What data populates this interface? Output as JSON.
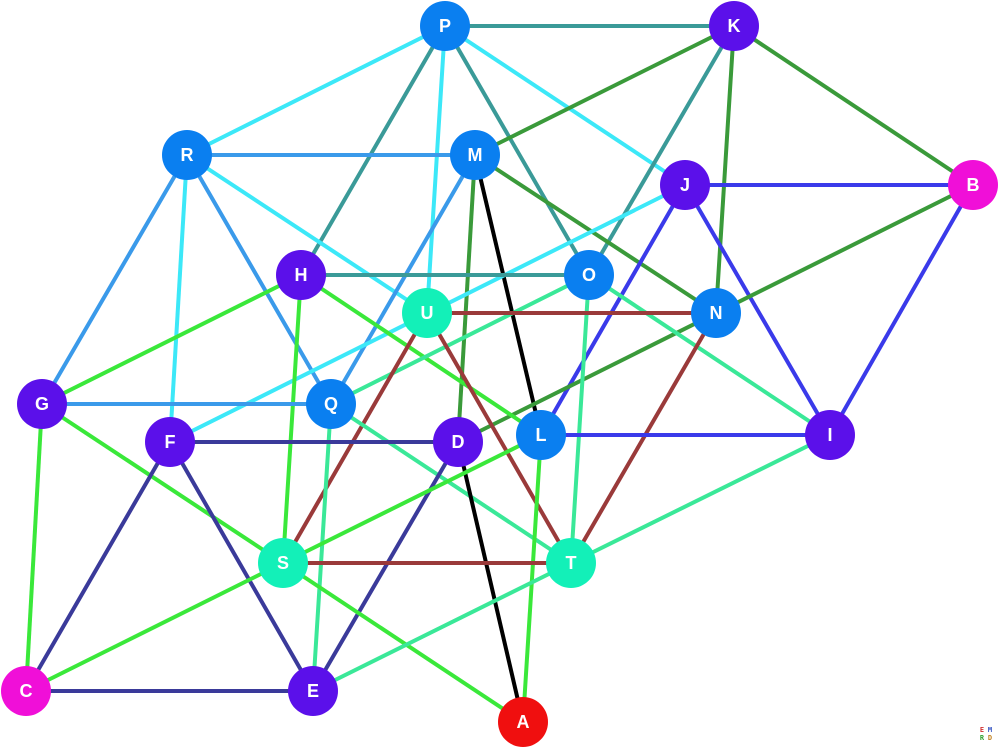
{
  "graph": {
    "nodes": [
      {
        "id": "P",
        "label": "P",
        "color": "#0a7ff0"
      },
      {
        "id": "K",
        "label": "K",
        "color": "#5b10ea"
      },
      {
        "id": "R",
        "label": "R",
        "color": "#0a7ff0"
      },
      {
        "id": "M",
        "label": "M",
        "color": "#0a7ff0"
      },
      {
        "id": "J",
        "label": "J",
        "color": "#5b10ea"
      },
      {
        "id": "B",
        "label": "B",
        "color": "#f00fd8"
      },
      {
        "id": "H",
        "label": "H",
        "color": "#5b10ea"
      },
      {
        "id": "O",
        "label": "O",
        "color": "#0a7ff0"
      },
      {
        "id": "U",
        "label": "U",
        "color": "#13f0b8"
      },
      {
        "id": "N",
        "label": "N",
        "color": "#0a7ff0"
      },
      {
        "id": "G",
        "label": "G",
        "color": "#5b10ea"
      },
      {
        "id": "Q",
        "label": "Q",
        "color": "#0a7ff0"
      },
      {
        "id": "F",
        "label": "F",
        "color": "#5b10ea"
      },
      {
        "id": "D",
        "label": "D",
        "color": "#5b10ea"
      },
      {
        "id": "L",
        "label": "L",
        "color": "#0a7ff0"
      },
      {
        "id": "I",
        "label": "I",
        "color": "#5b10ea"
      },
      {
        "id": "S",
        "label": "S",
        "color": "#13f0b8"
      },
      {
        "id": "T",
        "label": "T",
        "color": "#13f0b8"
      },
      {
        "id": "C",
        "label": "C",
        "color": "#f00fd8"
      },
      {
        "id": "E",
        "label": "E",
        "color": "#5b10ea"
      },
      {
        "id": "A",
        "label": "A",
        "color": "#f00f0f"
      }
    ],
    "edges": [
      {
        "from": "P",
        "to": "K",
        "color": "#3a9a98"
      },
      {
        "from": "P",
        "to": "R",
        "color": "#3ce8f8"
      },
      {
        "from": "P",
        "to": "J",
        "color": "#3ce8f8"
      },
      {
        "from": "P",
        "to": "H",
        "color": "#3a9a98"
      },
      {
        "from": "P",
        "to": "U",
        "color": "#3ce8f8"
      },
      {
        "from": "P",
        "to": "O",
        "color": "#3a9a98"
      },
      {
        "from": "K",
        "to": "M",
        "color": "#3a9a3a"
      },
      {
        "from": "K",
        "to": "B",
        "color": "#3a9a3a"
      },
      {
        "from": "K",
        "to": "N",
        "color": "#3a9a3a"
      },
      {
        "from": "K",
        "to": "O",
        "color": "#3a9a98"
      },
      {
        "from": "R",
        "to": "M",
        "color": "#3a9aea"
      },
      {
        "from": "R",
        "to": "G",
        "color": "#3a9aea"
      },
      {
        "from": "R",
        "to": "F",
        "color": "#3ce8f8"
      },
      {
        "from": "R",
        "to": "Q",
        "color": "#3a9aea"
      },
      {
        "from": "R",
        "to": "U",
        "color": "#3ce8f8"
      },
      {
        "from": "M",
        "to": "N",
        "color": "#3a9a3a"
      },
      {
        "from": "M",
        "to": "L",
        "color": "#000000"
      },
      {
        "from": "M",
        "to": "D",
        "color": "#3a9a3a"
      },
      {
        "from": "M",
        "to": "Q",
        "color": "#3a9aea"
      },
      {
        "from": "J",
        "to": "B",
        "color": "#3a3aea"
      },
      {
        "from": "J",
        "to": "I",
        "color": "#3a3aea"
      },
      {
        "from": "J",
        "to": "L",
        "color": "#3a3aea"
      },
      {
        "from": "J",
        "to": "F",
        "color": "#3ce8f8"
      },
      {
        "from": "B",
        "to": "I",
        "color": "#3a3aea"
      },
      {
        "from": "B",
        "to": "D",
        "color": "#3a9a3a"
      },
      {
        "from": "H",
        "to": "O",
        "color": "#3a9a98"
      },
      {
        "from": "H",
        "to": "G",
        "color": "#3ae83a"
      },
      {
        "from": "H",
        "to": "S",
        "color": "#3ae83a"
      },
      {
        "from": "H",
        "to": "L",
        "color": "#3ae83a"
      },
      {
        "from": "O",
        "to": "Q",
        "color": "#3ae898"
      },
      {
        "from": "O",
        "to": "I",
        "color": "#3ae898"
      },
      {
        "from": "O",
        "to": "T",
        "color": "#3ae898"
      },
      {
        "from": "U",
        "to": "N",
        "color": "#9a3a3a"
      },
      {
        "from": "U",
        "to": "S",
        "color": "#9a3a3a"
      },
      {
        "from": "U",
        "to": "T",
        "color": "#9a3a3a"
      },
      {
        "from": "N",
        "to": "T",
        "color": "#9a3a3a"
      },
      {
        "from": "G",
        "to": "Q",
        "color": "#3a9aea"
      },
      {
        "from": "G",
        "to": "S",
        "color": "#3ae83a"
      },
      {
        "from": "G",
        "to": "C",
        "color": "#3ae83a"
      },
      {
        "from": "Q",
        "to": "T",
        "color": "#3ae898"
      },
      {
        "from": "Q",
        "to": "E",
        "color": "#3ae898"
      },
      {
        "from": "F",
        "to": "D",
        "color": "#3a3a9a"
      },
      {
        "from": "F",
        "to": "C",
        "color": "#3a3a9a"
      },
      {
        "from": "F",
        "to": "E",
        "color": "#3a3a9a"
      },
      {
        "from": "D",
        "to": "E",
        "color": "#3a3a9a"
      },
      {
        "from": "D",
        "to": "A",
        "color": "#000000"
      },
      {
        "from": "L",
        "to": "I",
        "color": "#3a3aea"
      },
      {
        "from": "L",
        "to": "S",
        "color": "#3ae83a"
      },
      {
        "from": "L",
        "to": "A",
        "color": "#3ae83a"
      },
      {
        "from": "I",
        "to": "T",
        "color": "#3ae898"
      },
      {
        "from": "S",
        "to": "T",
        "color": "#9a3a3a"
      },
      {
        "from": "S",
        "to": "C",
        "color": "#3ae83a"
      },
      {
        "from": "S",
        "to": "A",
        "color": "#3ae83a"
      },
      {
        "from": "T",
        "to": "E",
        "color": "#3ae898"
      },
      {
        "from": "C",
        "to": "E",
        "color": "#3a3a9a"
      }
    ]
  },
  "logo": {
    "letters": [
      "E",
      "M",
      "R",
      "D"
    ]
  }
}
